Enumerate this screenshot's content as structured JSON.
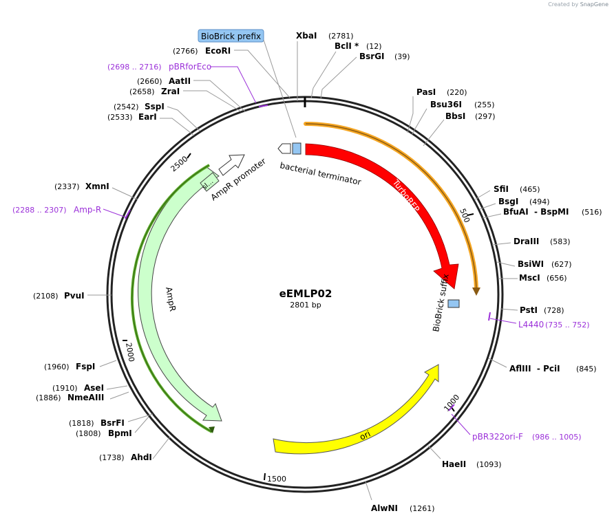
{
  "watermark": {
    "prefix": "Created by",
    "brand": "SnapGene"
  },
  "plasmid": {
    "name": "eEMLP02",
    "length_label": "2801 bp",
    "length": 2801
  },
  "ticks": [
    "500",
    "1000",
    "1500",
    "2000",
    "2500"
  ],
  "features": {
    "turborfp": "TurboRFP",
    "bacterial_terminator": "bacterial terminator",
    "biobrick_suffix": "BioBrick suffix",
    "biobrick_prefix": "BioBrick prefix",
    "ampr_promoter": "AmpR promoter",
    "ampr": "AmpR",
    "sl": "sl...",
    "ori": "ori"
  },
  "sites": [
    {
      "name": "XbaI",
      "pos": "(2781)"
    },
    {
      "name": "BclI *",
      "pos": "(12)"
    },
    {
      "name": "BsrGI",
      "pos": "(39)"
    },
    {
      "name": "PasI",
      "pos": "(220)"
    },
    {
      "name": "Bsu36I",
      "pos": "(255)"
    },
    {
      "name": "BbsI",
      "pos": "(297)"
    },
    {
      "name": "SfiI",
      "pos": "(465)"
    },
    {
      "name": "BsgI",
      "pos": "(494)"
    },
    {
      "name": "BfuAI  - BspMI",
      "pos": "(516)"
    },
    {
      "name": "DraIII",
      "pos": "(583)"
    },
    {
      "name": "BsiWI",
      "pos": "(627)"
    },
    {
      "name": "MscI",
      "pos": "(656)"
    },
    {
      "name": "PstI",
      "pos": "(728)"
    },
    {
      "name": "AflIII  - PciI",
      "pos": "(845)"
    },
    {
      "name": "HaeII",
      "pos": "(1093)"
    },
    {
      "name": "AlwNI",
      "pos": "(1261)"
    },
    {
      "name": "AhdI",
      "pos": "(1738)"
    },
    {
      "name": "BpmI",
      "pos": "(1808)"
    },
    {
      "name": "BsrFI",
      "pos": "(1818)"
    },
    {
      "name": "NmeAIII",
      "pos": "(1886)"
    },
    {
      "name": "AseI",
      "pos": "(1910)"
    },
    {
      "name": "FspI",
      "pos": "(1960)"
    },
    {
      "name": "PvuI",
      "pos": "(2108)"
    },
    {
      "name": "XmnI",
      "pos": "(2337)"
    },
    {
      "name": "EarI",
      "pos": "(2533)"
    },
    {
      "name": "SspI",
      "pos": "(2542)"
    },
    {
      "name": "ZraI",
      "pos": "(2658)"
    },
    {
      "name": "AatII",
      "pos": "(2660)"
    },
    {
      "name": "EcoRI",
      "pos": "(2766)"
    }
  ],
  "primers": [
    {
      "name": "pBRforEco",
      "range": "(2698 .. 2716)"
    },
    {
      "name": "Amp-R",
      "range": "(2288 .. 2307)"
    },
    {
      "name": "L4440",
      "range": "(735 .. 752)"
    },
    {
      "name": "pBR322ori-F",
      "range": "(986 .. 1005)"
    }
  ],
  "colors": {
    "turborfp": "#ff0000",
    "ori": "#ffff00",
    "ampr": "#ccffcc",
    "ampr_edge": "#5cad2a",
    "biobrick": "#94c6f2",
    "primer": "#9b30d9",
    "orange_feature": "#f5a623"
  }
}
